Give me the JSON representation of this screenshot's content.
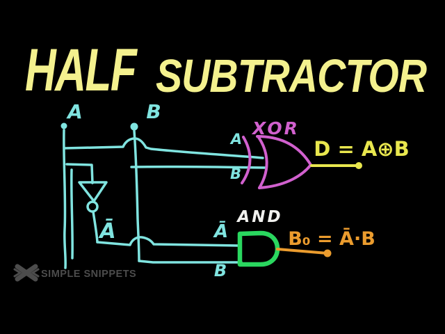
{
  "title": {
    "word1": "HALF",
    "word2": "SUBTRACTOR"
  },
  "colors": {
    "background": "#000000",
    "title_yellow": "#f4f18e",
    "wire_cyan": "#80e4e0",
    "xor_magenta": "#d160ce",
    "and_green": "#2ad75f",
    "output_yellow": "#e9e74e",
    "output_orange": "#eb9c2e",
    "label_white": "#f1f1ee",
    "watermark_gray": "#4c4c4c"
  },
  "circuit": {
    "inputs": {
      "a": "A",
      "b": "B"
    },
    "not_gate": {
      "output_label": "Ā"
    },
    "xor_gate": {
      "label": "XOR",
      "input_a": "A",
      "input_b": "B",
      "output_formula": "D = A⊕B"
    },
    "and_gate": {
      "label": "AND",
      "input_a": "Ā",
      "input_b": "B",
      "output_formula": "B₀ = Ā·B"
    }
  },
  "watermark": {
    "brand": "SIMPLE SNIPPETS"
  }
}
